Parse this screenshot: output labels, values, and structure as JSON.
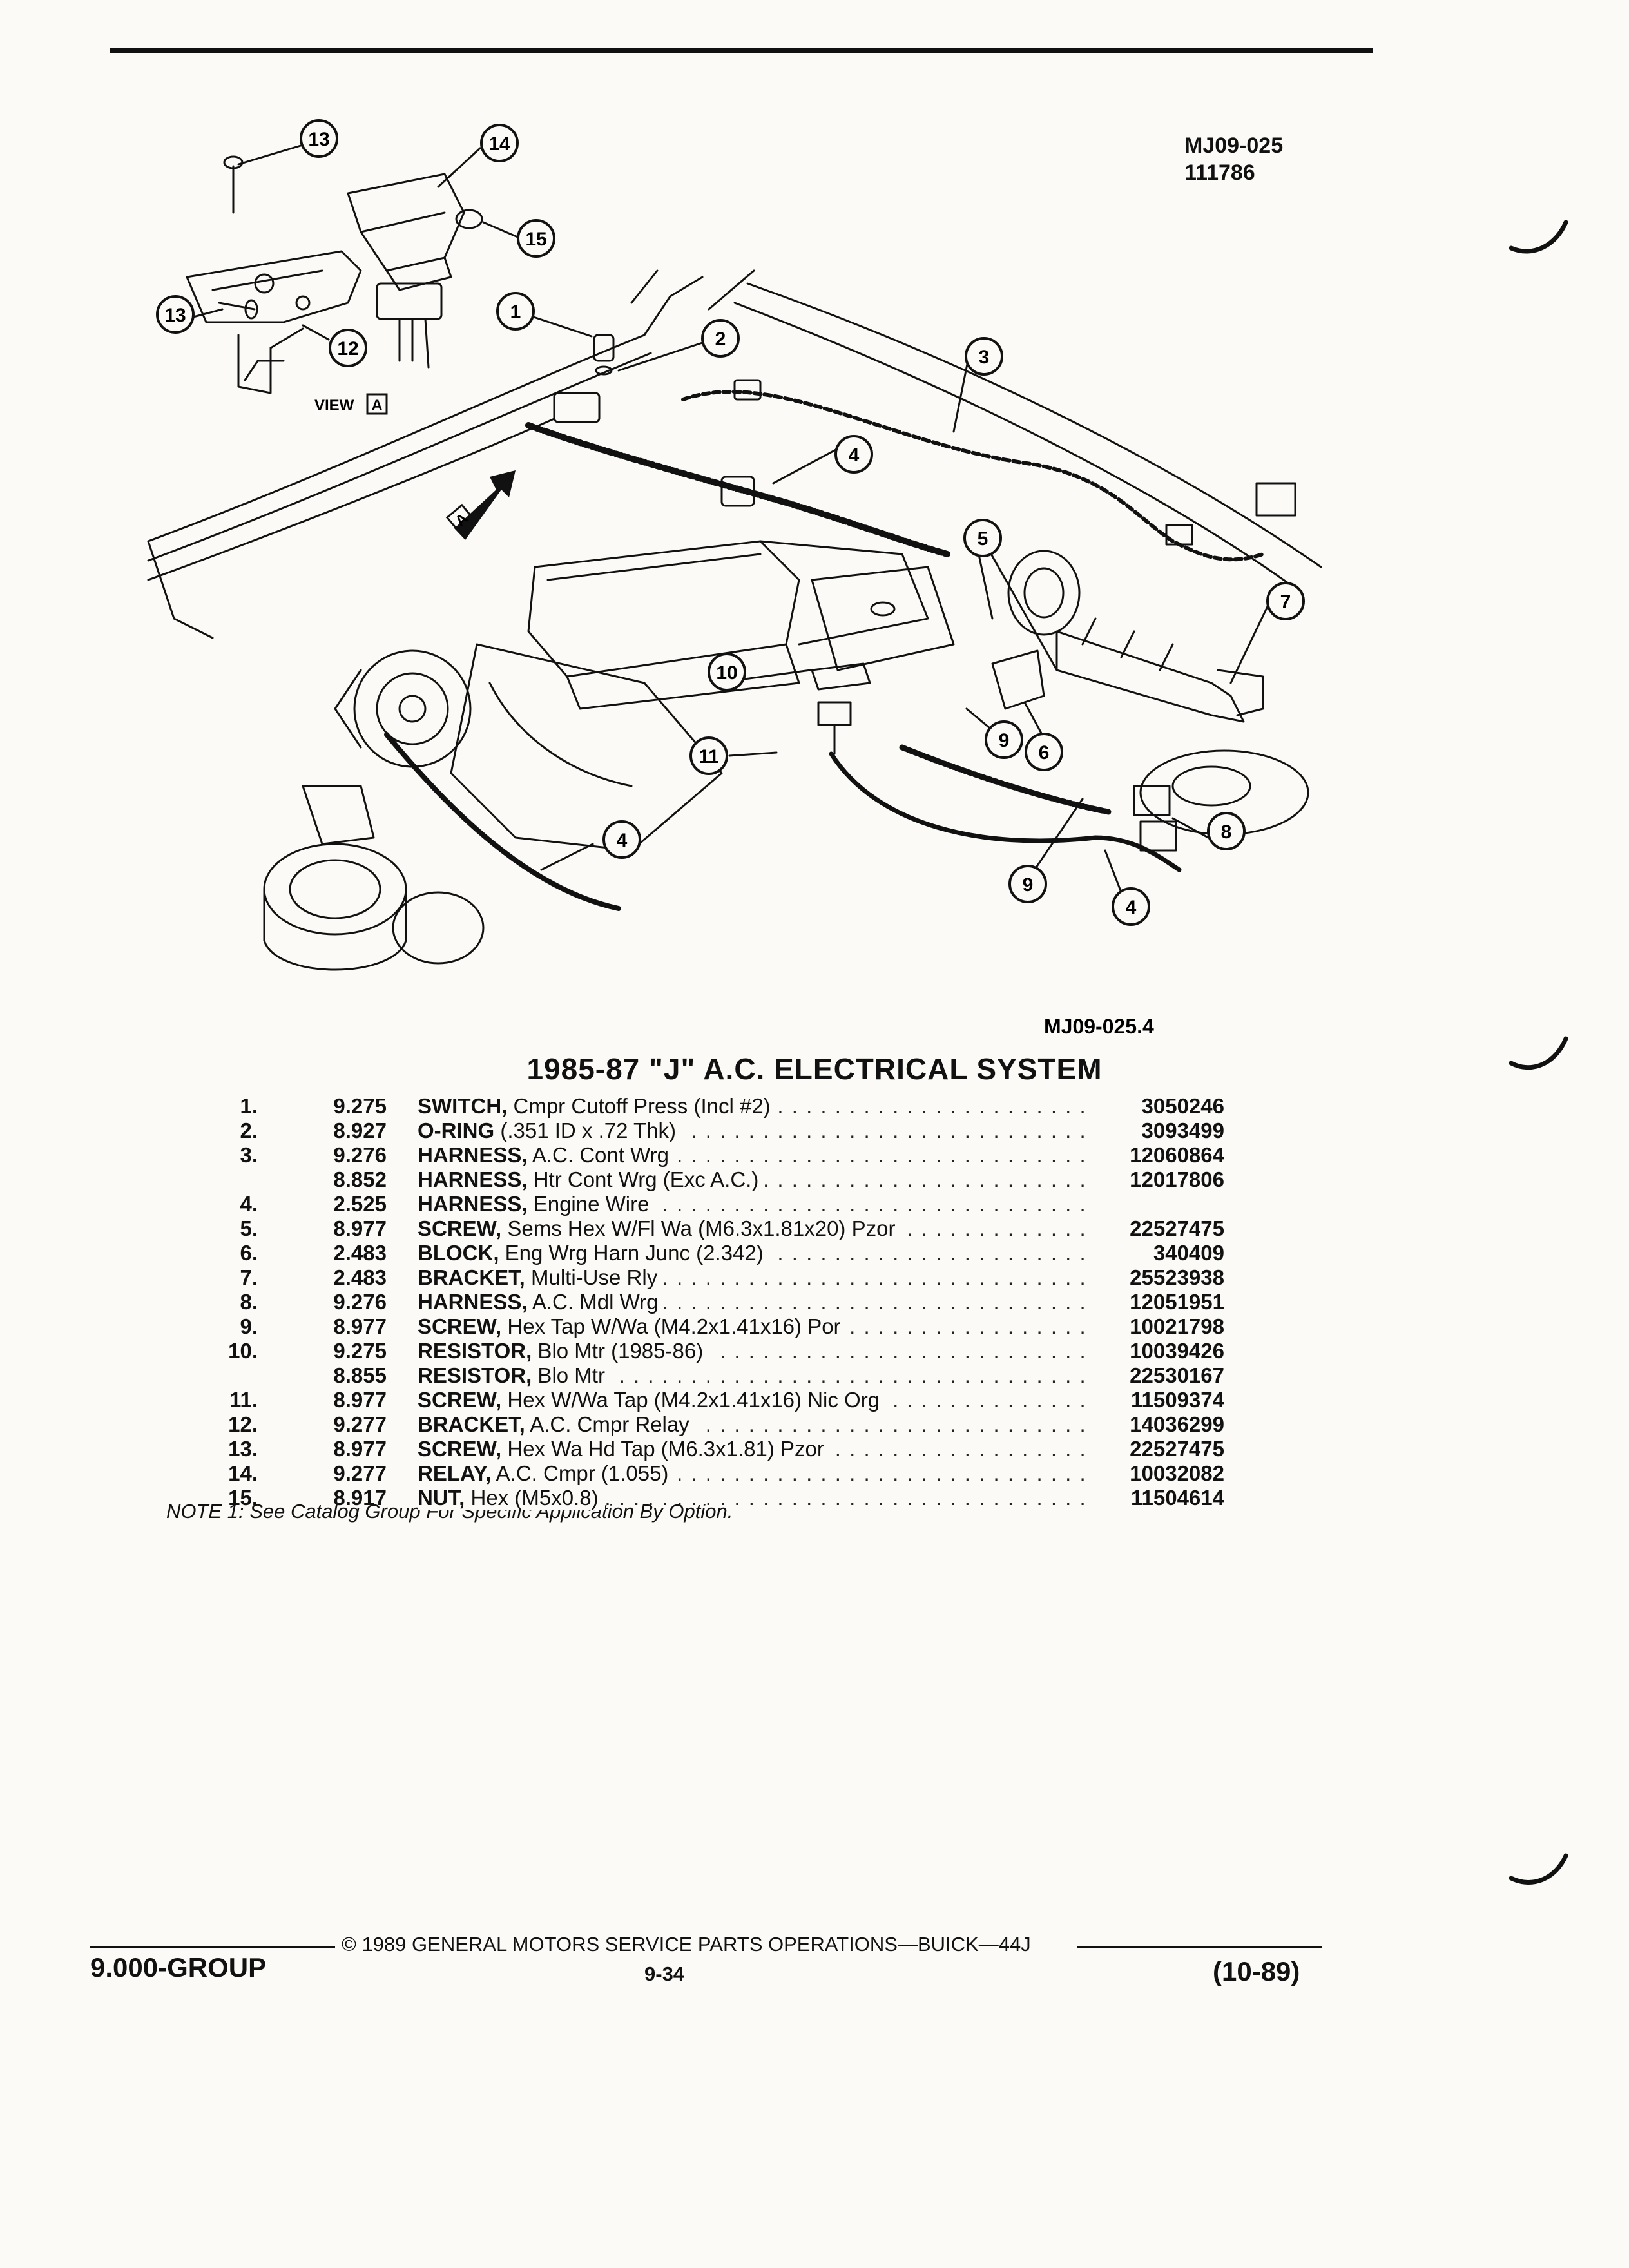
{
  "header": {
    "ref_code": "MJ09-025",
    "ref_number": "111786",
    "illustration_code": "MJ09-025.4"
  },
  "diagram": {
    "view_label": "VIEW",
    "view_letter": "A",
    "arrow_letter": "A",
    "callouts": [
      "1",
      "2",
      "3",
      "4",
      "4",
      "4",
      "5",
      "6",
      "7",
      "8",
      "9",
      "9",
      "10",
      "11",
      "12",
      "13",
      "13",
      "14",
      "15"
    ]
  },
  "title": "1985-87 \"J\" A.C. ELECTRICAL SYSTEM",
  "parts": [
    {
      "item": "1.",
      "group": "9.275",
      "name": "SWITCH,",
      "desc": " Cmpr Cutoff Press (Incl #2)",
      "part": "3050246"
    },
    {
      "item": "2.",
      "group": "8.927",
      "name": "O-RING",
      "desc": " (.351 ID x .72 Thk)",
      "part": "3093499"
    },
    {
      "item": "3.",
      "group": "9.276",
      "name": "HARNESS,",
      "desc": " A.C. Cont Wrg",
      "part": "12060864"
    },
    {
      "item": "",
      "group": "8.852",
      "name": "HARNESS,",
      "desc": " Htr Cont Wrg (Exc A.C.)",
      "part": "12017806"
    },
    {
      "item": "4.",
      "group": "2.525",
      "name": "HARNESS,",
      "desc": " Engine Wire",
      "part": ""
    },
    {
      "item": "5.",
      "group": "8.977",
      "name": "SCREW,",
      "desc": " Sems Hex W/Fl Wa (M6.3x1.81x20) Pzor",
      "part": "22527475"
    },
    {
      "item": "6.",
      "group": "2.483",
      "name": "BLOCK,",
      "desc": " Eng Wrg Harn Junc (2.342)",
      "part": "340409"
    },
    {
      "item": "7.",
      "group": "2.483",
      "name": "BRACKET,",
      "desc": " Multi-Use Rly",
      "part": "25523938"
    },
    {
      "item": "8.",
      "group": "9.276",
      "name": "HARNESS,",
      "desc": " A.C. Mdl Wrg",
      "part": "12051951"
    },
    {
      "item": "9.",
      "group": "8.977",
      "name": "SCREW,",
      "desc": " Hex Tap W/Wa (M4.2x1.41x16) Por",
      "part": "10021798"
    },
    {
      "item": "10.",
      "group": "9.275",
      "name": "RESISTOR,",
      "desc": " Blo Mtr (1985-86)",
      "part": "10039426"
    },
    {
      "item": "",
      "group": "8.855",
      "name": "RESISTOR,",
      "desc": " Blo Mtr",
      "part": "22530167"
    },
    {
      "item": "11.",
      "group": "8.977",
      "name": "SCREW,",
      "desc": " Hex W/Wa Tap (M4.2x1.41x16) Nic Org",
      "part": "11509374"
    },
    {
      "item": "12.",
      "group": "9.277",
      "name": "BRACKET,",
      "desc": " A.C. Cmpr Relay",
      "part": "14036299"
    },
    {
      "item": "13.",
      "group": "8.977",
      "name": "SCREW,",
      "desc": " Hex Wa Hd Tap (M6.3x1.81) Pzor",
      "part": "22527475"
    },
    {
      "item": "14.",
      "group": "9.277",
      "name": "RELAY,",
      "desc": " A.C. Cmpr (1.055)",
      "part": "10032082"
    },
    {
      "item": "15.",
      "group": "8.917",
      "name": "NUT,",
      "desc": " Hex (M5x0.8)",
      "part": "11504614"
    }
  ],
  "note": "NOTE 1: See Catalog Group For Specific Application By Option.",
  "footer": {
    "group_label": "9.000-GROUP",
    "copyright": "© 1989  GENERAL MOTORS SERVICE PARTS OPERATIONS—BUICK—44J",
    "page": "9-34",
    "date": "(10-89)"
  }
}
